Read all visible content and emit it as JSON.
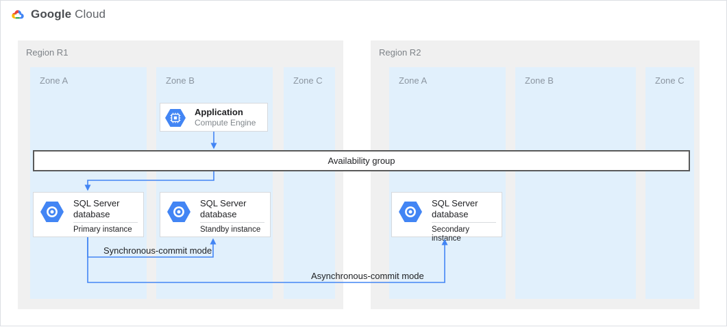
{
  "header": {
    "brand_google": "Google",
    "brand_cloud": "Cloud"
  },
  "regions": [
    {
      "label": "Region R1",
      "zones": [
        {
          "label": "Zone A"
        },
        {
          "label": "Zone B"
        },
        {
          "label": "Zone C"
        }
      ]
    },
    {
      "label": "Region R2",
      "zones": [
        {
          "label": "Zone A"
        },
        {
          "label": "Zone B"
        },
        {
          "label": "Zone C"
        }
      ]
    }
  ],
  "nodes": {
    "application": {
      "title": "Application",
      "subtitle": "Compute Engine",
      "icon": "compute-engine-hexagon"
    },
    "availability_group": {
      "label": "Availability group"
    },
    "primary_db": {
      "title": "SQL Server database",
      "instance": "Primary instance",
      "icon": "sql-server-hexagon"
    },
    "standby_db": {
      "title": "SQL Server database",
      "instance": "Standby instance",
      "icon": "sql-server-hexagon"
    },
    "secondary_db": {
      "title": "SQL Server database",
      "instance": "Secondary instance",
      "icon": "sql-server-hexagon"
    }
  },
  "connections": {
    "sync_label": "Synchronous-commit mode",
    "async_label": "Asynchronous-commit mode"
  },
  "colors": {
    "connector_blue": "#4285f4",
    "icon_blue": "#4285f4",
    "zone_fill": "#e1f0fc",
    "region_fill": "#f0f0f0",
    "bar_border": "#595959",
    "card_border": "#d6d9dd",
    "text_dark": "#202124",
    "text_gray": "#80868b",
    "logo_red": "#ea4335",
    "logo_yellow": "#fbbc05",
    "logo_green": "#34a853",
    "logo_blue": "#4285f4"
  }
}
